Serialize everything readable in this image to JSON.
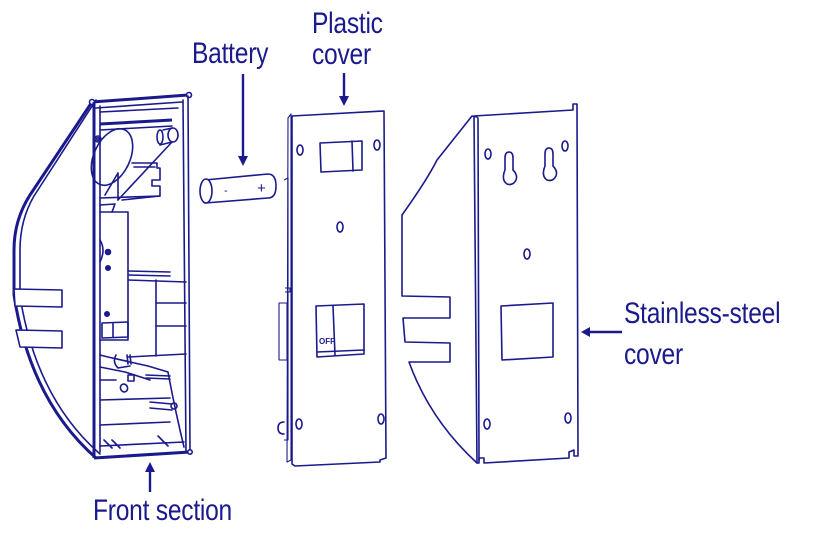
{
  "labels": {
    "battery": "Battery",
    "plastic_cover_line1": "Plastic",
    "plastic_cover_line2": "cover",
    "stainless_line1": "Stainless-steel",
    "stainless_line2": "cover",
    "front_section": "Front section"
  },
  "battery_marks": {
    "minus": "-",
    "plus": "+"
  },
  "switch_label": "OFF",
  "colors": {
    "ink": "#1a1a8c",
    "background": "#ffffff"
  }
}
